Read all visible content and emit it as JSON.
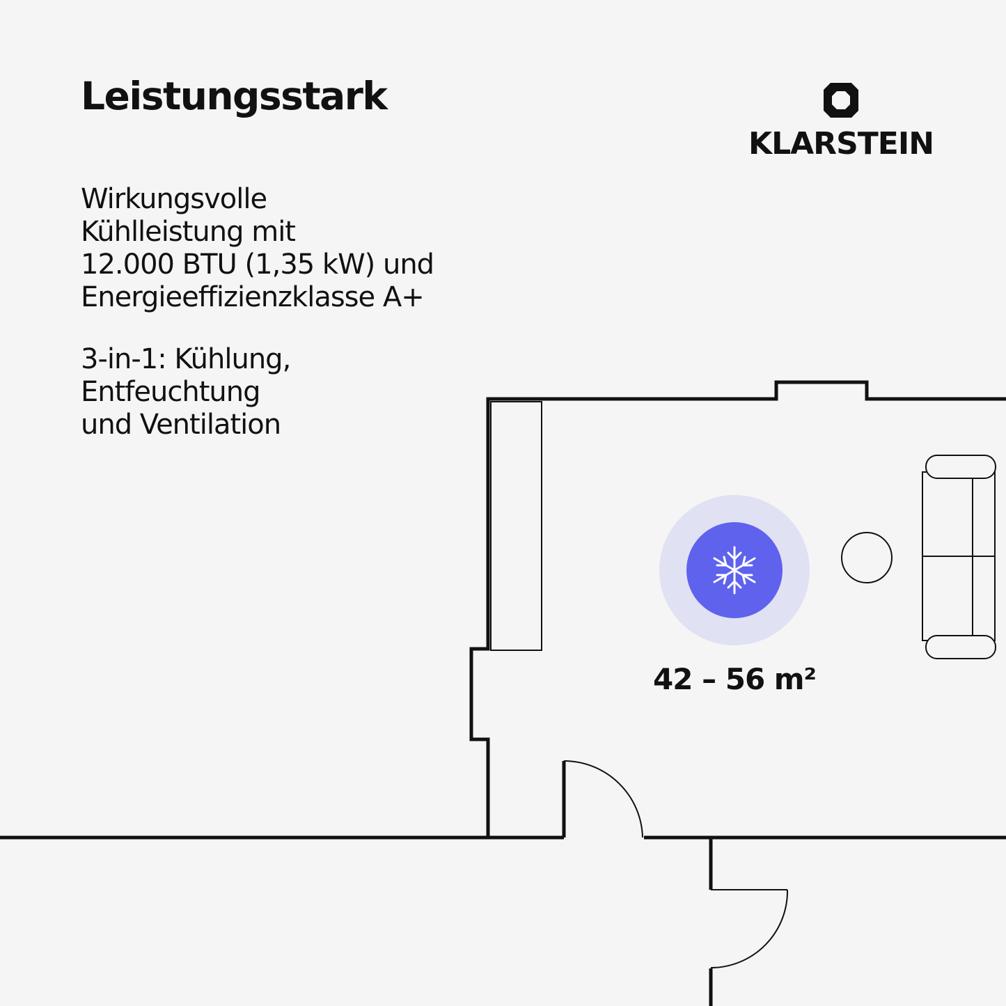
{
  "headline": "Leistungsstark",
  "brand": {
    "name": "KLARSTEIN",
    "logo_icon": "klarstein-diamond-logo"
  },
  "features": [
    {
      "lines": [
        "Wirkungsvolle",
        "Kühlleistung mit",
        "12.000 BTU (1,35 kW) und",
        "Energieeffizienzklasse A+"
      ]
    },
    {
      "lines": [
        "3-in-1: Kühlung,",
        "Entfeuchtung",
        "und Ventilation"
      ]
    }
  ],
  "floorplan": {
    "coverage_label": "42 – 56 m²",
    "cooling_icon": "snowflake-icon",
    "colors": {
      "background": "#f5f5f5",
      "walls": "#111111",
      "cooling_halo": "#e1e1f4",
      "cooling_disc": "#5e62ec",
      "snowflake": "#ffffff"
    }
  }
}
